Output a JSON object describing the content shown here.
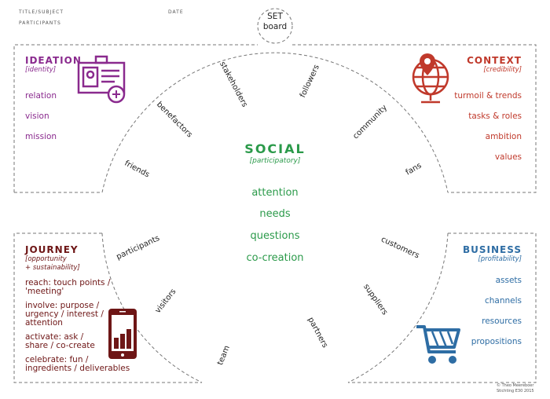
{
  "header": {
    "title_subject": "TITLE/SUBJECT",
    "date": "DATE",
    "participants": "PARTICIPANTS"
  },
  "set_board": {
    "line1": "SET",
    "line2": "board"
  },
  "ideation": {
    "title": "IDEATION",
    "subtitle": "[identity]",
    "items": [
      "relation",
      "vision",
      "mission"
    ],
    "color": "#8a2a8e"
  },
  "context": {
    "title": "CONTEXT",
    "subtitle": "[credibility]",
    "items": [
      "turmoil & trends",
      "tasks & roles",
      "ambition",
      "values"
    ],
    "color": "#c0392b"
  },
  "journey": {
    "title": "JOURNEY",
    "subtitle1": "[opportunity",
    "subtitle2": "+ sustainability]",
    "items": [
      [
        "reach: touch points /",
        "'meeting'"
      ],
      [
        "involve: purpose /",
        "urgency / interest /",
        "attention"
      ],
      [
        "activate: ask /",
        "share / co-create"
      ],
      [
        "celebrate: fun /",
        "ingredients / deliverables"
      ]
    ],
    "color": "#6e1616"
  },
  "business": {
    "title": "BUSINESS",
    "subtitle": "[profitability]",
    "items": [
      "assets",
      "channels",
      "resources",
      "propositions"
    ],
    "color": "#2e6da4"
  },
  "social": {
    "title": "SOCIAL",
    "subtitle": "[participatory]",
    "items": [
      "attention",
      "needs",
      "questions",
      "co-creation"
    ],
    "color": "#2b9a4a"
  },
  "spokes": [
    "stakeholders",
    "followers",
    "benefactors",
    "community",
    "friends",
    "fans",
    "participants",
    "customers",
    "visitors",
    "suppliers",
    "team",
    "partners"
  ],
  "credit": {
    "line1": "© Theo Meereboer",
    "line2": "Stichting E30 2015"
  }
}
